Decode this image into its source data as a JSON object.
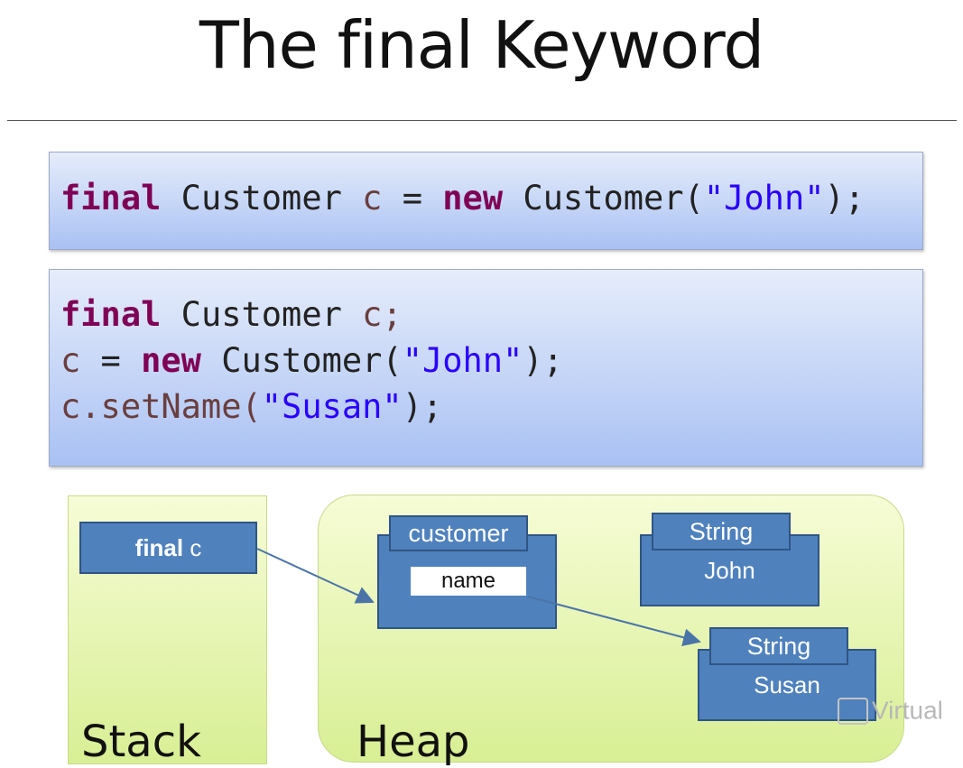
{
  "slide": {
    "title": "The final Keyword"
  },
  "code_block_1": {
    "kw_final": "final",
    "type": " Customer ",
    "var": "c",
    "op": " = ",
    "kw_new": "new",
    "call": " Customer(",
    "str": "\"John\"",
    "end": ");"
  },
  "code_block_2": {
    "line1_kw": "final",
    "line1_type": " Customer ",
    "line1_var": "c;",
    "line2_var": "c",
    "line2_op": " = ",
    "line2_kw": "new",
    "line2_call": " Customer(",
    "line2_str": "\"John\"",
    "line2_end": ");",
    "line3_call": "c.setName(",
    "line3_str": "\"Susan\"",
    "line3_end": ");"
  },
  "diagram": {
    "stack_label": "Stack",
    "heap_label": "Heap",
    "stack_var_bold": "final",
    "stack_var_name": " c",
    "customer_object": {
      "header": "customer",
      "field": "name"
    },
    "string_john": {
      "header": "String",
      "value": "John"
    },
    "string_susan": {
      "header": "String",
      "value": "Susan"
    },
    "colors": {
      "object_fill": "#4f81bd",
      "panel_fill": "#d8ef94",
      "arrow": "#4a74a8"
    }
  },
  "watermark": {
    "text": "Virtual",
    "icon": "virtual-logo-icon"
  }
}
